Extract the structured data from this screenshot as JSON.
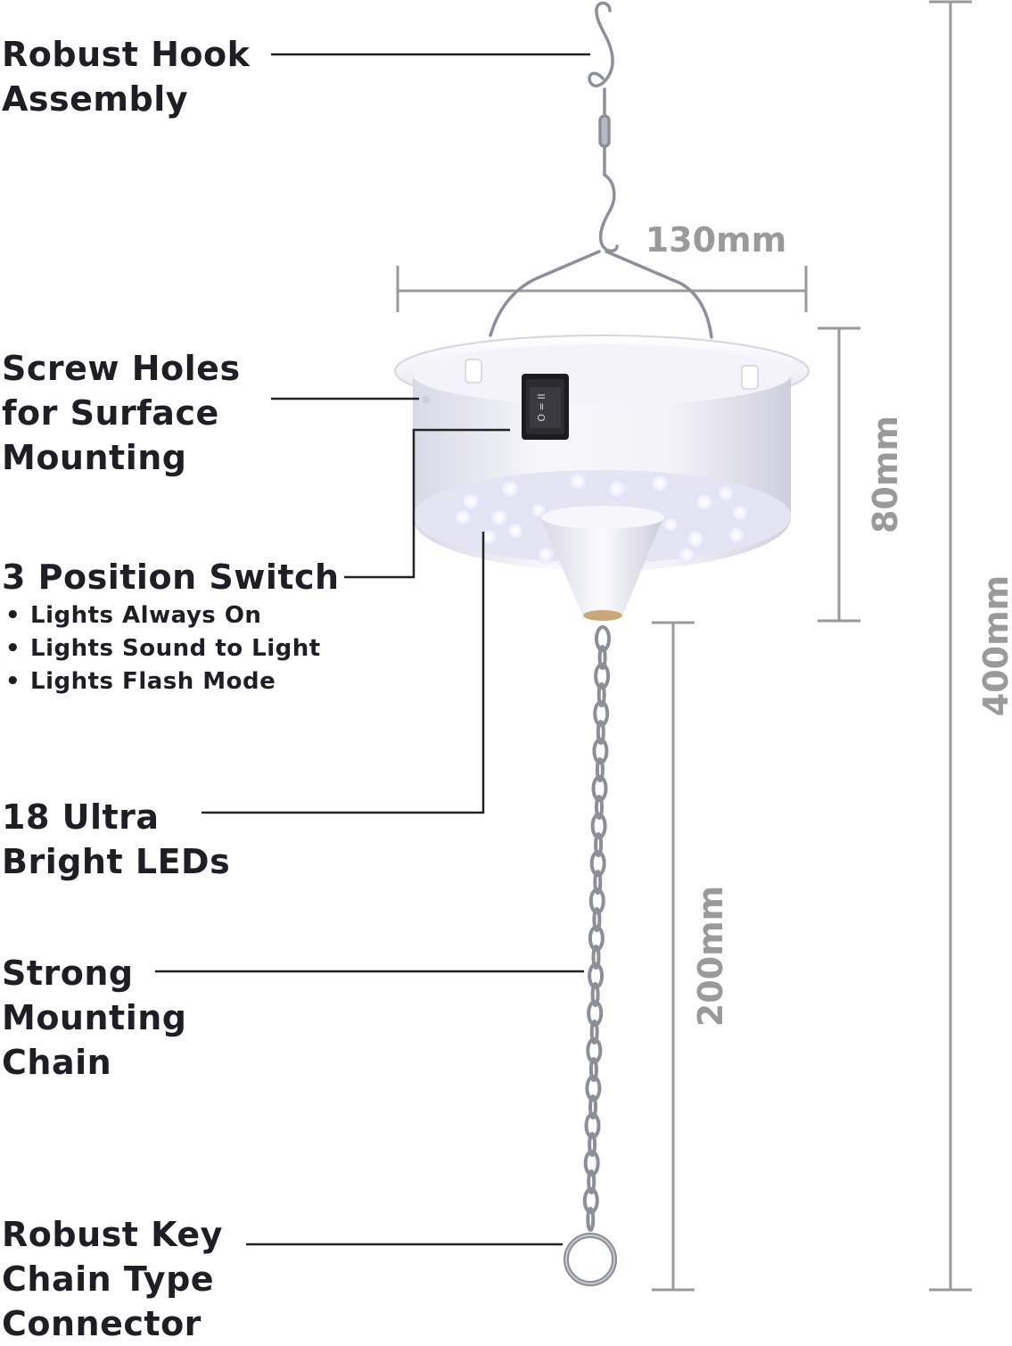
{
  "callouts": {
    "hook": [
      "Robust Hook",
      "Assembly"
    ],
    "screw_holes": [
      "Screw Holes",
      "for Surface",
      "Mounting"
    ],
    "switch": {
      "title": "3 Position Switch",
      "modes": [
        "Lights Always On",
        "Lights Sound to Light",
        "Lights Flash Mode"
      ]
    },
    "leds": [
      "18 Ultra",
      "Bright LEDs"
    ],
    "chain": [
      "Strong",
      "Mounting",
      "Chain"
    ],
    "connector": [
      "Robust Key",
      "Chain Type",
      "Connector"
    ]
  },
  "dimensions": {
    "width": "130mm",
    "height": "80mm",
    "chain_length": "200mm",
    "total_length": "400mm"
  },
  "colors": {
    "text": "#1e1e24",
    "dimension": "#9a9a9a",
    "leader": "#222222",
    "led": "#e6e8ff",
    "housing": "#f3f2f8"
  },
  "switch_icon": "O = II"
}
